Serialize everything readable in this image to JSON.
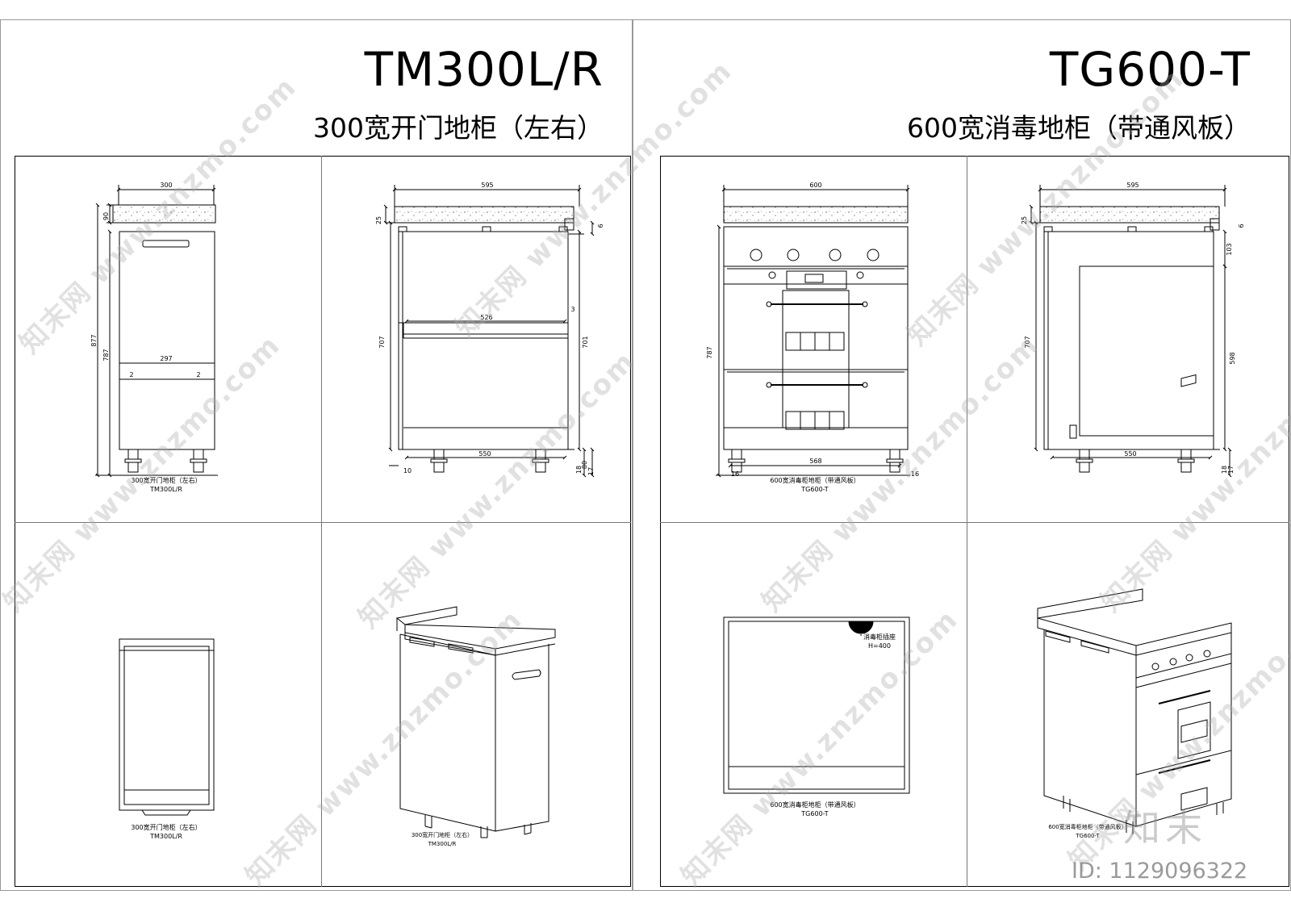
{
  "left_sheet": {
    "code": "TM300L/R",
    "description": "300宽开门地柜（左右）",
    "front_view": {
      "dims": {
        "width_top": "300",
        "top_h": "90",
        "total_h": "877",
        "body_h": "787",
        "inner_w": "297",
        "gap_l": "2",
        "gap_r": "2"
      },
      "caption_cn": "300宽开门地柜（左右）",
      "caption_code": "TM300L/R"
    },
    "side_view": {
      "dims": {
        "depth_top": "595",
        "top_t": "25",
        "overhang": "6",
        "shelf_w": "526",
        "body_h_l": "707",
        "body_h_r": "701",
        "shelf_gap": "3",
        "base_depth": "550",
        "foot_l": "10",
        "leg_a": "18",
        "leg_b": "80",
        "leg_c": "17"
      }
    },
    "plan_view": {
      "caption_cn": "300宽开门地柜（左右）",
      "caption_code": "TM300L/R"
    },
    "iso_view": {
      "caption_cn": "300宽开门地柜（左右）",
      "caption_code": "TM300L/R"
    }
  },
  "right_sheet": {
    "code": "TG600-T",
    "description": "600宽消毒地柜（带通风板）",
    "front_view": {
      "dims": {
        "width_top": "600",
        "body_h": "787",
        "base_w": "568",
        "foot_l": "16",
        "foot_r": "16"
      },
      "caption_cn": "600宽消毒柜地柜（带通风板）",
      "caption_code": "TG600-T"
    },
    "side_view": {
      "dims": {
        "depth_top": "595",
        "top_t": "25",
        "overhang": "6",
        "top_gap": "103",
        "body_h_l": "707",
        "body_h_r": "598",
        "base_depth": "550",
        "leg_a": "18",
        "leg_b": "17"
      }
    },
    "plan_view": {
      "socket_note": "消毒柜插座",
      "socket_h": "H=400",
      "caption_cn": "600宽消毒柜地柜（带通风板）",
      "caption_code": "TG600-T"
    },
    "iso_view": {
      "caption_cn": "600宽消毒柜地柜（带通风板）",
      "caption_code": "TG600-T"
    }
  },
  "watermark": {
    "site": "www.znzmo.com",
    "cn": "知末网",
    "brand": "知末",
    "id_text": "ID: 1129096322"
  }
}
